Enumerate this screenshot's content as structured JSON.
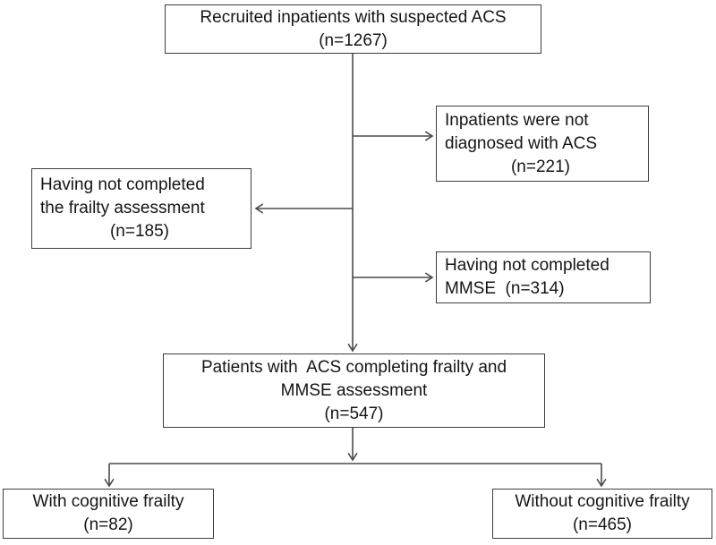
{
  "figure": {
    "type": "patient-flow-diagram",
    "colors": {
      "line": "#4a4a4a",
      "border": "#3d3d3d",
      "text": "#151515",
      "background": "#ffffff"
    },
    "boxes": {
      "recruited": {
        "lines": [
          "Recruited inpatients with suspected ACS",
          "(n=1267)"
        ],
        "n": 1267
      },
      "not_diagnosed": {
        "lines": [
          "Inpatients were not",
          "diagnosed with ACS",
          "(n=221)"
        ],
        "n": 221
      },
      "no_frailty": {
        "lines": [
          "Having not completed",
          "the frailty assessment",
          "(n=185)"
        ],
        "n": 185
      },
      "no_mmse": {
        "lines": [
          "Having not completed",
          "MMSE  (n=314)"
        ],
        "n": 314
      },
      "completed": {
        "lines": [
          "Patients with  ACS completing frailty and",
          "MMSE assessment",
          "(n=547)"
        ],
        "n": 547
      },
      "with_cf": {
        "lines": [
          "With cognitive frailty",
          "(n=82)"
        ],
        "n": 82
      },
      "without_cf": {
        "lines": [
          "Without cognitive frailty",
          "(n=465)"
        ],
        "n": 465
      }
    }
  }
}
